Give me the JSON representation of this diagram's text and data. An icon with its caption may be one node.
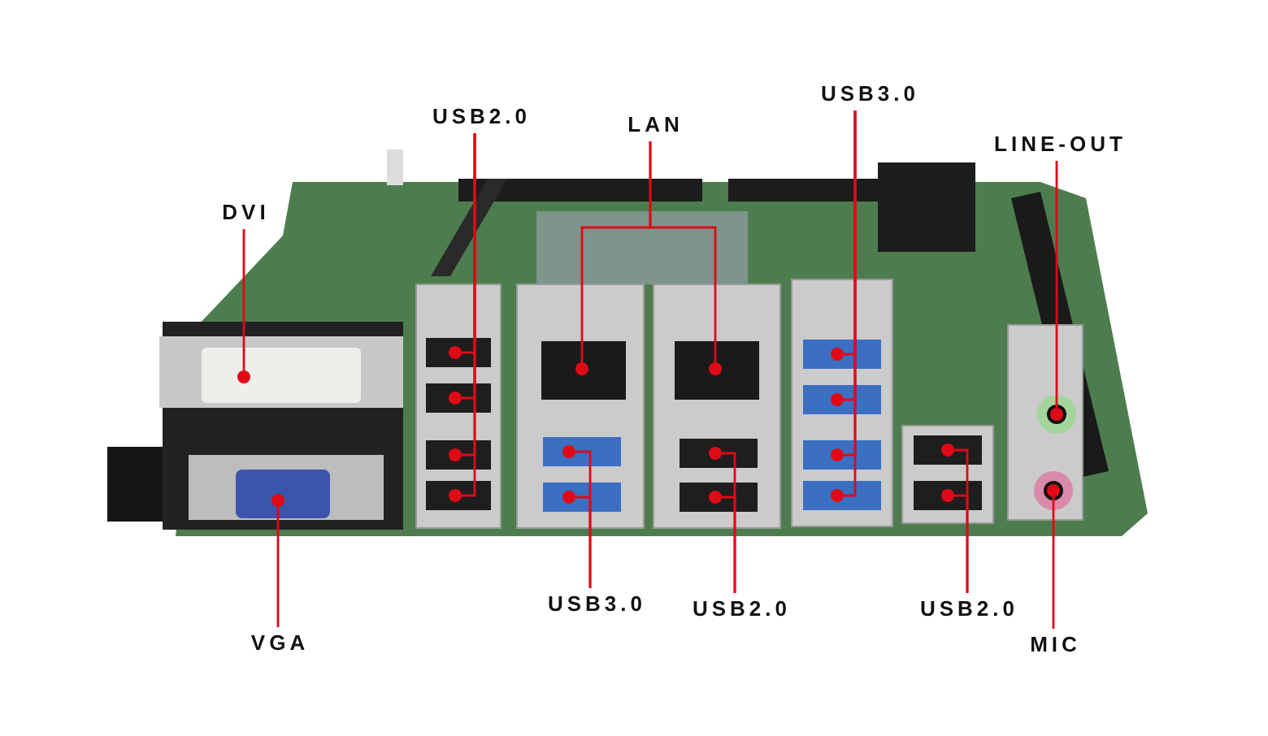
{
  "diagram": {
    "nodes": [
      {
        "text": [
          "DVI"
        ]
      },
      {
        "text": [
          "USB2.0"
        ]
      },
      {
        "text": [
          "LAN"
        ]
      },
      {
        "text": [
          "USB3.0"
        ]
      },
      {
        "text": [
          "LINE-OUT"
        ]
      },
      {
        "text": [
          "VGA"
        ]
      },
      {
        "text": [
          "USB3.0"
        ]
      },
      {
        "text": [
          "USB2.0"
        ]
      },
      {
        "text": [
          "USB2.0"
        ]
      },
      {
        "text": [
          "MIC"
        ]
      },
      {
        "text": [],
        "shape": "circle"
      },
      {
        "text": [],
        "shape": "circle"
      },
      {
        "text": [],
        "shape": "circle"
      },
      {
        "text": [],
        "shape": "circle"
      },
      {
        "text": [],
        "shape": "circle"
      },
      {
        "text": [],
        "shape": "circle"
      },
      {
        "text": [],
        "shape": "circle"
      },
      {
        "text": [],
        "shape": "circle"
      },
      {
        "text": [],
        "shape": "circle"
      },
      {
        "text": [],
        "shape": "circle"
      },
      {
        "text": [],
        "shape": "circle"
      },
      {
        "text": [],
        "shape": "circle"
      },
      {
        "text": [],
        "shape": "circle"
      },
      {
        "text": [],
        "shape": "circle"
      },
      {
        "text": [],
        "shape": "circle"
      },
      {
        "text": [],
        "shape": "circle"
      },
      {
        "text": [],
        "shape": "circle"
      },
      {
        "text": [],
        "shape": "circle"
      },
      {
        "text": [],
        "shape": "circle"
      },
      {
        "text": [],
        "shape": "circle"
      }
    ],
    "edges": [
      {
        "from": 0,
        "to": 10,
        "arrow": "none"
      },
      {
        "from": 1,
        "to": 11,
        "arrow": "none"
      },
      {
        "from": 1,
        "to": 12,
        "arrow": "none"
      },
      {
        "from": 1,
        "to": 13,
        "arrow": "none"
      },
      {
        "from": 1,
        "to": 14,
        "arrow": "none"
      },
      {
        "from": 2,
        "to": 15,
        "arrow": "none"
      },
      {
        "from": 2,
        "to": 16,
        "arrow": "none"
      },
      {
        "from": 3,
        "to": 17,
        "arrow": "none"
      },
      {
        "from": 3,
        "to": 18,
        "arrow": "none"
      },
      {
        "from": 3,
        "to": 19,
        "arrow": "none"
      },
      {
        "from": 3,
        "to": 20,
        "arrow": "none"
      },
      {
        "from": 4,
        "to": 21,
        "arrow": "none"
      },
      {
        "from": 5,
        "to": 22,
        "arrow": "none"
      },
      {
        "from": 6,
        "to": 23,
        "arrow": "none"
      },
      {
        "from": 6,
        "to": 24,
        "arrow": "none"
      },
      {
        "from": 7,
        "to": 25,
        "arrow": "none"
      },
      {
        "from": 7,
        "to": 26,
        "arrow": "none"
      },
      {
        "from": 8,
        "to": 27,
        "arrow": "none"
      },
      {
        "from": 8,
        "to": 28,
        "arrow": "none"
      },
      {
        "from": 9,
        "to": 29,
        "arrow": "none"
      }
    ]
  }
}
